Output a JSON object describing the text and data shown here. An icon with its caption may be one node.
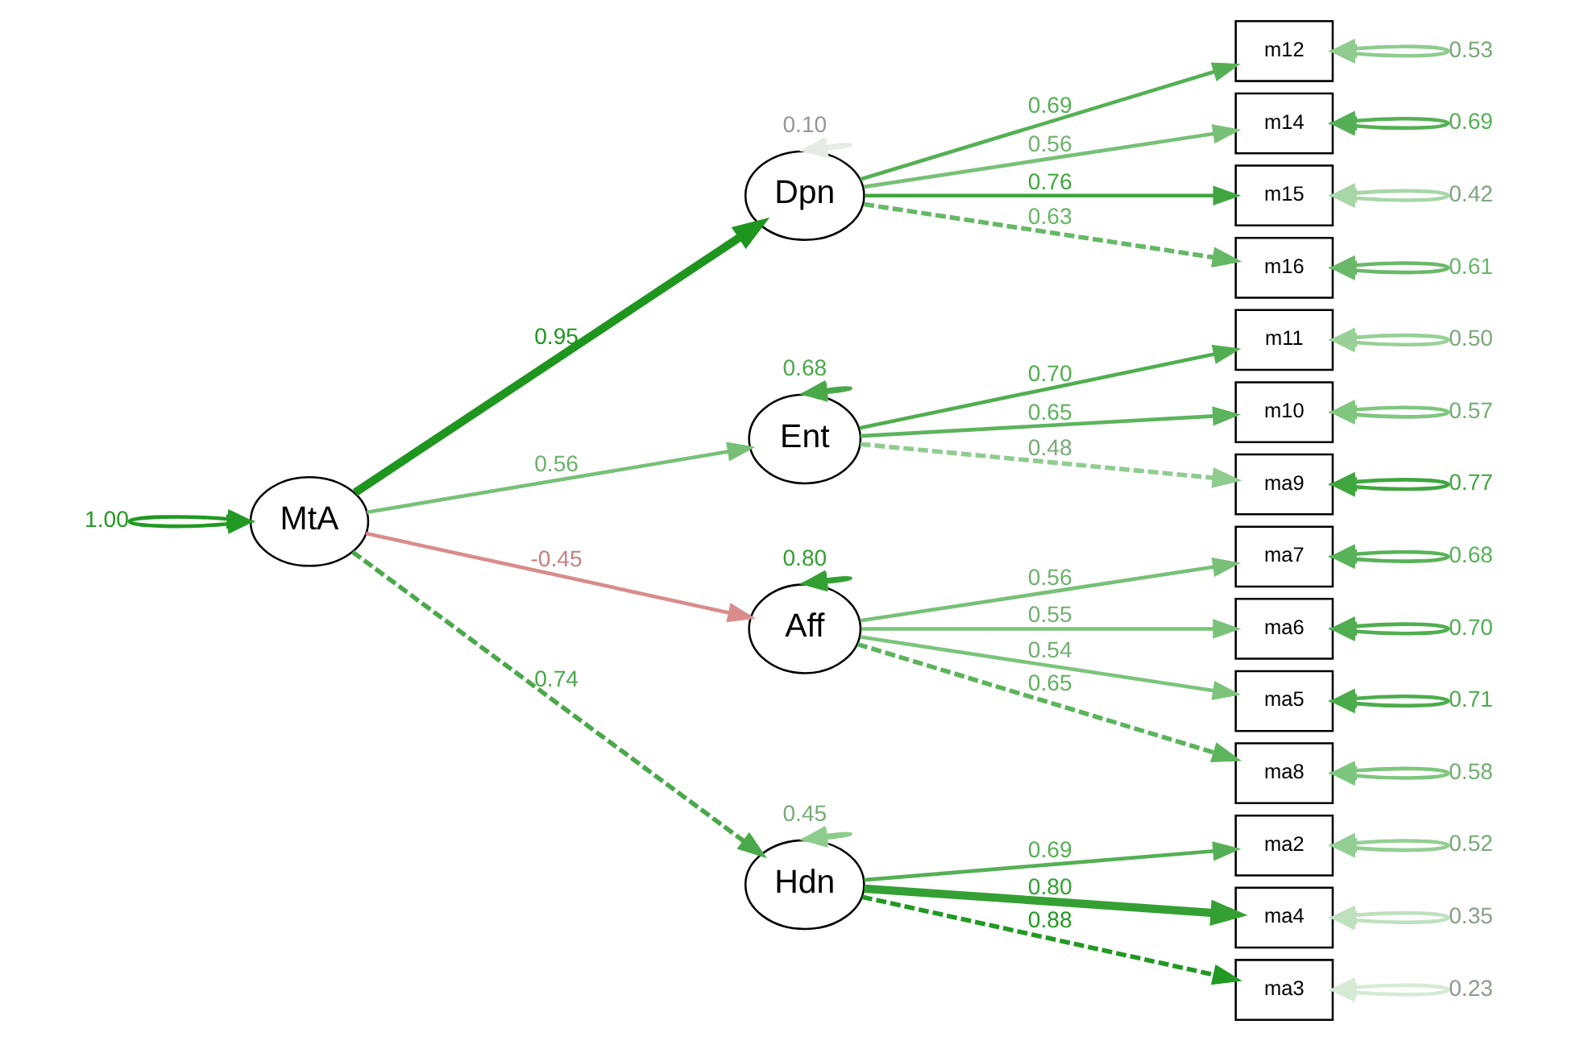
{
  "diagram": {
    "nodes": [
      {
        "text": [
          "MtA"
        ]
      },
      {
        "text": [
          "Dpn"
        ]
      },
      {
        "text": [
          "Ent"
        ]
      },
      {
        "text": [
          "Aff"
        ]
      },
      {
        "text": [
          "Hdn"
        ]
      },
      {
        "text": [
          "m12"
        ]
      },
      {
        "text": [
          "m14"
        ]
      },
      {
        "text": [
          "m15"
        ]
      },
      {
        "text": [
          "m16"
        ]
      },
      {
        "text": [
          "m11"
        ]
      },
      {
        "text": [
          "m10"
        ]
      },
      {
        "text": [
          "ma9"
        ]
      },
      {
        "text": [
          "ma7"
        ]
      },
      {
        "text": [
          "ma6"
        ]
      },
      {
        "text": [
          "ma5"
        ]
      },
      {
        "text": [
          "ma8"
        ]
      },
      {
        "text": [
          "ma2"
        ]
      },
      {
        "text": [
          "ma4"
        ]
      },
      {
        "text": [
          "ma3"
        ]
      }
    ],
    "edges": [
      {
        "from": 0,
        "to": 0,
        "arrow": "both",
        "label": "1.00",
        "color": "#229922"
      },
      {
        "from": 0,
        "to": 1,
        "arrow": "to",
        "label": "0.95",
        "style": "thick",
        "color": "#1e961e"
      },
      {
        "from": 0,
        "to": 2,
        "arrow": "to",
        "label": "0.56",
        "color": "#78c078"
      },
      {
        "from": 0,
        "to": 3,
        "arrow": "to",
        "label": "-0.45",
        "color": "#d98c8c"
      },
      {
        "from": 0,
        "to": 4,
        "arrow": "to",
        "label": "0.74",
        "style": "dashed",
        "color": "#4aa84a"
      },
      {
        "from": 1,
        "to": 1,
        "arrow": "both",
        "label": "0.10",
        "color": "#e6ebe6"
      },
      {
        "from": 2,
        "to": 2,
        "arrow": "both",
        "label": "0.68",
        "color": "#4aa84a"
      },
      {
        "from": 3,
        "to": 3,
        "arrow": "both",
        "label": "0.80",
        "color": "#34a034"
      },
      {
        "from": 4,
        "to": 4,
        "arrow": "both",
        "label": "0.45",
        "color": "#8ccc8c"
      },
      {
        "from": 1,
        "to": 5,
        "arrow": "to",
        "label": "0.69",
        "color": "#55b055"
      },
      {
        "from": 1,
        "to": 6,
        "arrow": "to",
        "label": "0.56",
        "color": "#78c078"
      },
      {
        "from": 1,
        "to": 7,
        "arrow": "to",
        "label": "0.76",
        "color": "#40a640"
      },
      {
        "from": 1,
        "to": 8,
        "arrow": "to",
        "label": "0.63",
        "style": "dashed",
        "color": "#66b866"
      },
      {
        "from": 2,
        "to": 9,
        "arrow": "to",
        "label": "0.70",
        "color": "#50ae50"
      },
      {
        "from": 2,
        "to": 10,
        "arrow": "to",
        "label": "0.65",
        "color": "#5cb45c"
      },
      {
        "from": 2,
        "to": 11,
        "arrow": "to",
        "label": "0.48",
        "style": "dashed",
        "color": "#90cc90"
      },
      {
        "from": 3,
        "to": 12,
        "arrow": "to",
        "label": "0.56",
        "color": "#78c078"
      },
      {
        "from": 3,
        "to": 13,
        "arrow": "to",
        "label": "0.55",
        "color": "#7ac27a"
      },
      {
        "from": 3,
        "to": 14,
        "arrow": "to",
        "label": "0.54",
        "color": "#7cc47c"
      },
      {
        "from": 3,
        "to": 15,
        "arrow": "to",
        "label": "0.65",
        "style": "dashed",
        "color": "#5cb45c"
      },
      {
        "from": 4,
        "to": 16,
        "arrow": "to",
        "label": "0.69",
        "color": "#55b055"
      },
      {
        "from": 4,
        "to": 17,
        "arrow": "to",
        "label": "0.80",
        "style": "thick",
        "color": "#34a034"
      },
      {
        "from": 4,
        "to": 18,
        "arrow": "to",
        "label": "0.88",
        "style": "dashed",
        "color": "#229922"
      },
      {
        "from": 5,
        "to": 5,
        "arrow": "both",
        "label": "0.53",
        "color": "#90cc90"
      },
      {
        "from": 6,
        "to": 6,
        "arrow": "both",
        "label": "0.69",
        "color": "#55b055"
      },
      {
        "from": 7,
        "to": 7,
        "arrow": "both",
        "label": "0.42",
        "color": "#a8d6a8"
      },
      {
        "from": 8,
        "to": 8,
        "arrow": "both",
        "label": "0.61",
        "color": "#6ab86a"
      },
      {
        "from": 9,
        "to": 9,
        "arrow": "both",
        "label": "0.50",
        "color": "#98d098"
      },
      {
        "from": 10,
        "to": 10,
        "arrow": "both",
        "label": "0.57",
        "color": "#80c680"
      },
      {
        "from": 11,
        "to": 11,
        "arrow": "both",
        "label": "0.77",
        "color": "#40a640"
      },
      {
        "from": 12,
        "to": 12,
        "arrow": "both",
        "label": "0.68",
        "color": "#58b258"
      },
      {
        "from": 13,
        "to": 13,
        "arrow": "both",
        "label": "0.70",
        "color": "#50ae50"
      },
      {
        "from": 14,
        "to": 14,
        "arrow": "both",
        "label": "0.71",
        "color": "#4cac4c"
      },
      {
        "from": 15,
        "to": 15,
        "arrow": "both",
        "label": "0.58",
        "color": "#7ec67e"
      },
      {
        "from": 16,
        "to": 16,
        "arrow": "both",
        "label": "0.52",
        "color": "#94ce94"
      },
      {
        "from": 17,
        "to": 17,
        "arrow": "both",
        "label": "0.35",
        "color": "#bfe0bf"
      },
      {
        "from": 18,
        "to": 18,
        "arrow": "both",
        "label": "0.23",
        "color": "#d6ead6"
      }
    ]
  }
}
